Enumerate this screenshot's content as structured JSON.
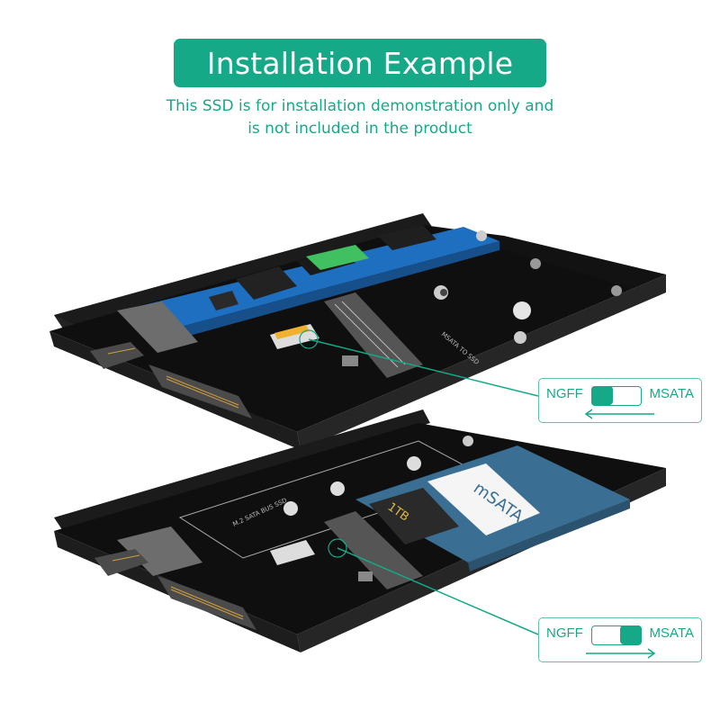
{
  "header": {
    "title": "Installation Example",
    "subtitle_line1": "This SSD is for installation demonstration only and",
    "subtitle_line2": "is not included in the product"
  },
  "colors": {
    "accent": "#16a987",
    "callout_border": "#5cc4a8",
    "board": "#111111",
    "ngff_ssd_pcb": "#1e6fc0",
    "msata_ssd_pcb": "#3a6f93"
  },
  "figures": [
    {
      "id": "top",
      "description": "2.5in SATA adapter with M.2 NGFF SSD installed",
      "ssd_type": "NGFF",
      "board_text": "MSATA TO SSD",
      "switch_position": "NGFF",
      "arrow_direction": "left",
      "callout": {
        "left_label": "NGFF",
        "right_label": "MSATA"
      }
    },
    {
      "id": "bottom",
      "description": "2.5in SATA adapter with mSATA SSD installed",
      "ssd_type": "MSATA",
      "board_text": "M.2 SATA BUS SSD",
      "ssd_label": "mSATA",
      "ssd_capacity": "1TB",
      "switch_position": "MSATA",
      "arrow_direction": "right",
      "callout": {
        "left_label": "NGFF",
        "right_label": "MSATA"
      }
    }
  ]
}
